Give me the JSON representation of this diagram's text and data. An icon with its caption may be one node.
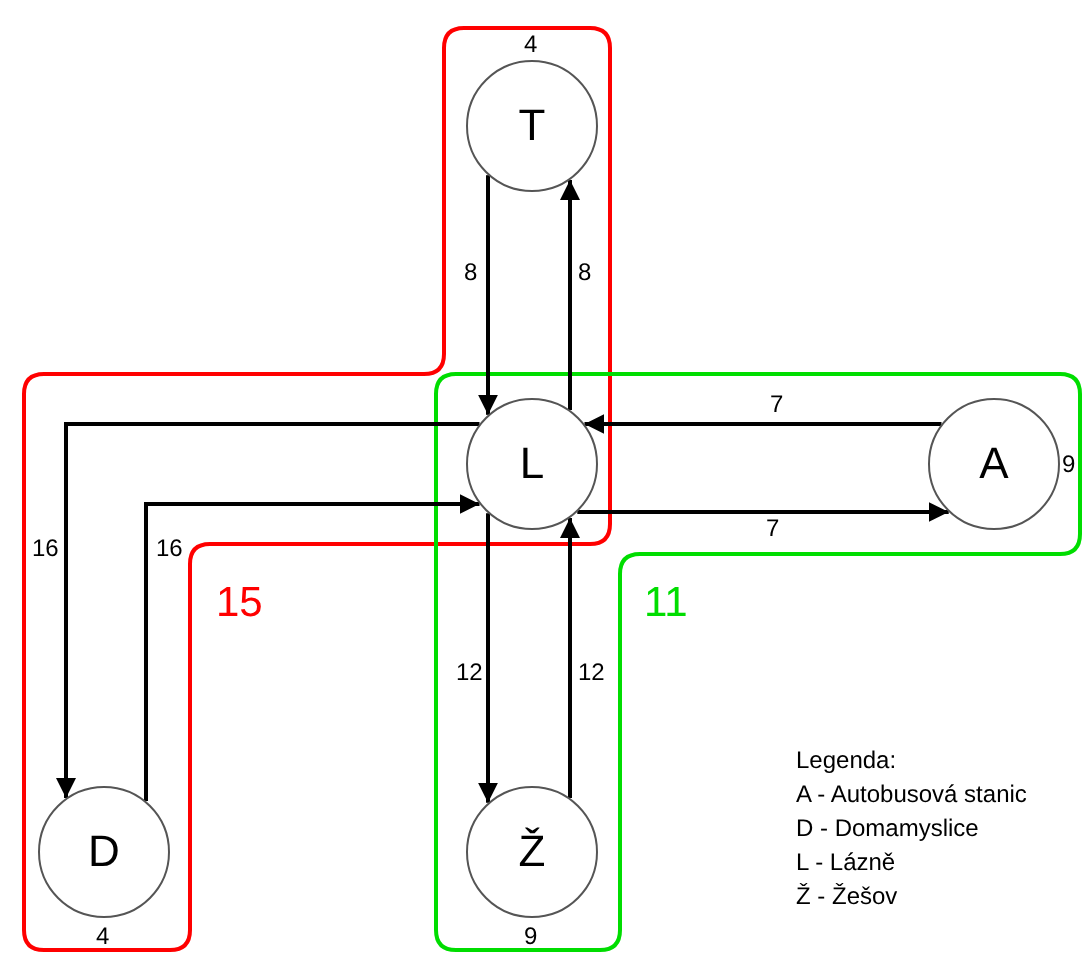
{
  "diagram": {
    "nodes": [
      {
        "text": [
          "15"
        ]
      },
      {
        "text": [
          "11"
        ]
      },
      {
        "text": [
          "T"
        ],
        "in": 0,
        "beside": [
          "4"
        ]
      },
      {
        "text": [
          "L"
        ]
      },
      {
        "text": [
          "A"
        ],
        "in": 1,
        "beside": [
          "9"
        ]
      },
      {
        "text": [
          "D"
        ],
        "in": 0,
        "beside": [
          "4"
        ]
      },
      {
        "text": [
          "Ž"
        ],
        "in": 1,
        "beside": [
          "9"
        ]
      }
    ],
    "edges": [
      {
        "from": 2,
        "to": 3,
        "arrow": "to",
        "label": "8"
      },
      {
        "from": 3,
        "to": 2,
        "arrow": "to",
        "label": "8"
      },
      {
        "from": 4,
        "to": 3,
        "arrow": "to",
        "label": "7"
      },
      {
        "from": 3,
        "to": 4,
        "arrow": "to",
        "label": "7"
      },
      {
        "from": 3,
        "to": 5,
        "arrow": "to",
        "label": "16"
      },
      {
        "from": 5,
        "to": 3,
        "arrow": "to",
        "label": "16"
      },
      {
        "from": 3,
        "to": 6,
        "arrow": "to",
        "label": "12"
      },
      {
        "from": 6,
        "to": 3,
        "arrow": "to",
        "label": "12"
      }
    ],
    "labels": [
      "Legenda:",
      "A - Autobusová stanic",
      "D - Domamyslice",
      "L - Lázně",
      "Ž - Žešov"
    ]
  }
}
